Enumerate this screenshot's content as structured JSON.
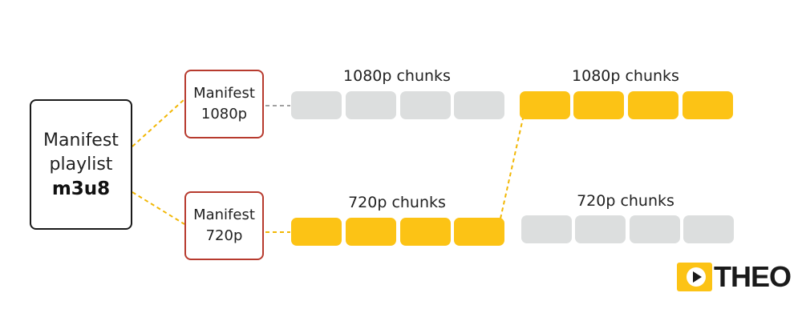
{
  "playlist": {
    "line1": "Manifest",
    "line2": "playlist",
    "line3": "m3u8"
  },
  "manifests": [
    {
      "line1": "Manifest",
      "line2": "1080p"
    },
    {
      "line1": "Manifest",
      "line2": "720p"
    }
  ],
  "labels": {
    "left_top": "1080p chunks",
    "left_bottom": "720p chunks",
    "right_top": "1080p chunks",
    "right_bottom": "720p chunks"
  },
  "chunk_groups": [
    {
      "name": "left-1080p",
      "state": "inactive",
      "count": 4
    },
    {
      "name": "left-720p",
      "state": "active",
      "count": 4
    },
    {
      "name": "right-1080p",
      "state": "active",
      "count": 4
    },
    {
      "name": "right-720p",
      "state": "inactive",
      "count": 4
    }
  ],
  "colors": {
    "active_chunk": "#fcc315",
    "inactive_chunk": "#dcdede",
    "manifest_border": "#b73a2e",
    "playlist_border": "#1a1a1a",
    "connector_active": "#f2b705",
    "connector_inactive": "#a0a0a0"
  },
  "logo": {
    "text": "THEO",
    "icon": "play-icon"
  }
}
